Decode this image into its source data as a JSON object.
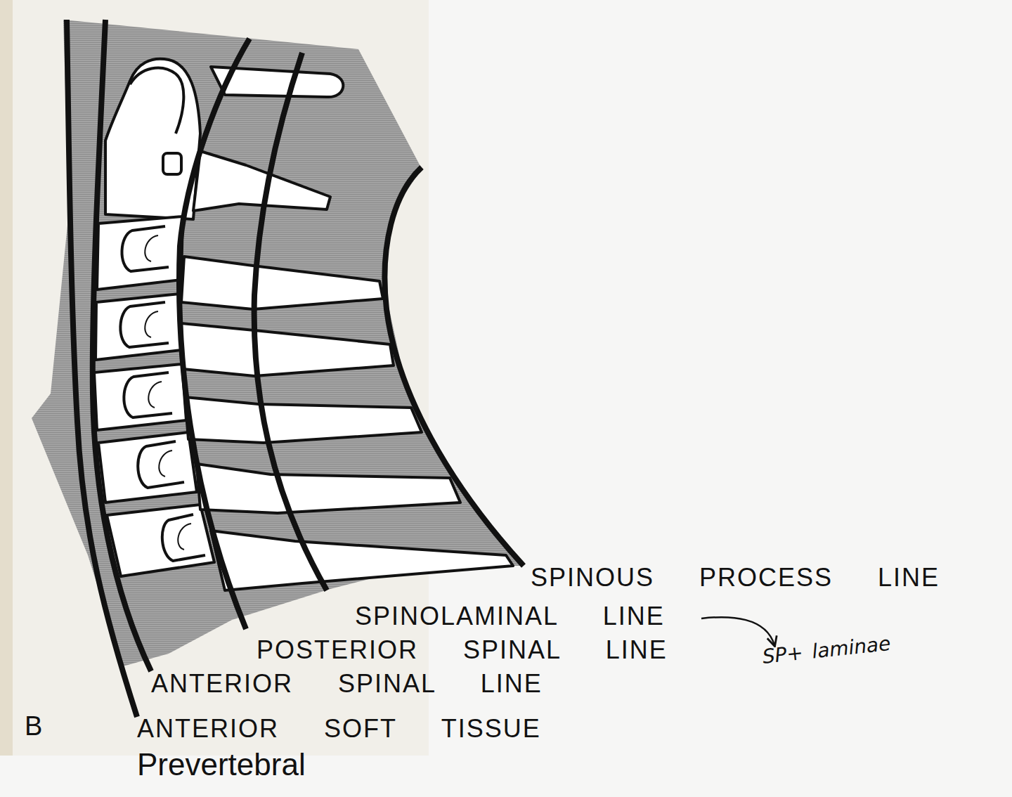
{
  "diagram": {
    "labels": [
      "SPINOUS PROCESS LINE",
      "SPINOLAMINAL LINE",
      "SP+ laminae",
      "POSTERIOR SPINAL LINE",
      "ANTERIOR SPINAL LINE",
      "B",
      "ANTERIOR SOFT TISSUE",
      "Prevertebral"
    ]
  }
}
